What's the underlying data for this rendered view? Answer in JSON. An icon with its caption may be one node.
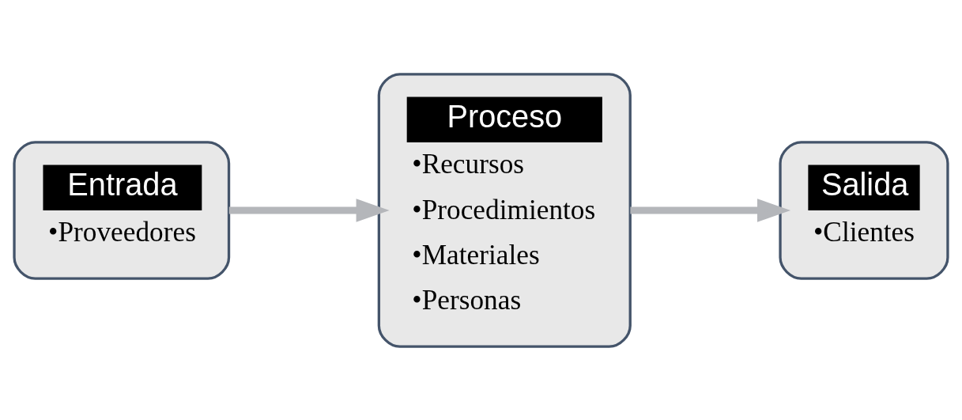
{
  "diagram": {
    "nodes": [
      {
        "text": [
          "Entrada",
          "•Proveedores"
        ]
      },
      {
        "text": [
          "Proceso",
          "•Recursos",
          "•Procedimientos",
          "•Materiales",
          "•Personas"
        ]
      },
      {
        "text": [
          "Salida",
          "•Clientes"
        ]
      }
    ],
    "edges": [
      {
        "from": 0,
        "to": 1,
        "arrow": "to",
        "color": "#b4b6ba"
      },
      {
        "from": 1,
        "to": 2,
        "arrow": "to",
        "color": "#b4b6ba"
      }
    ]
  }
}
